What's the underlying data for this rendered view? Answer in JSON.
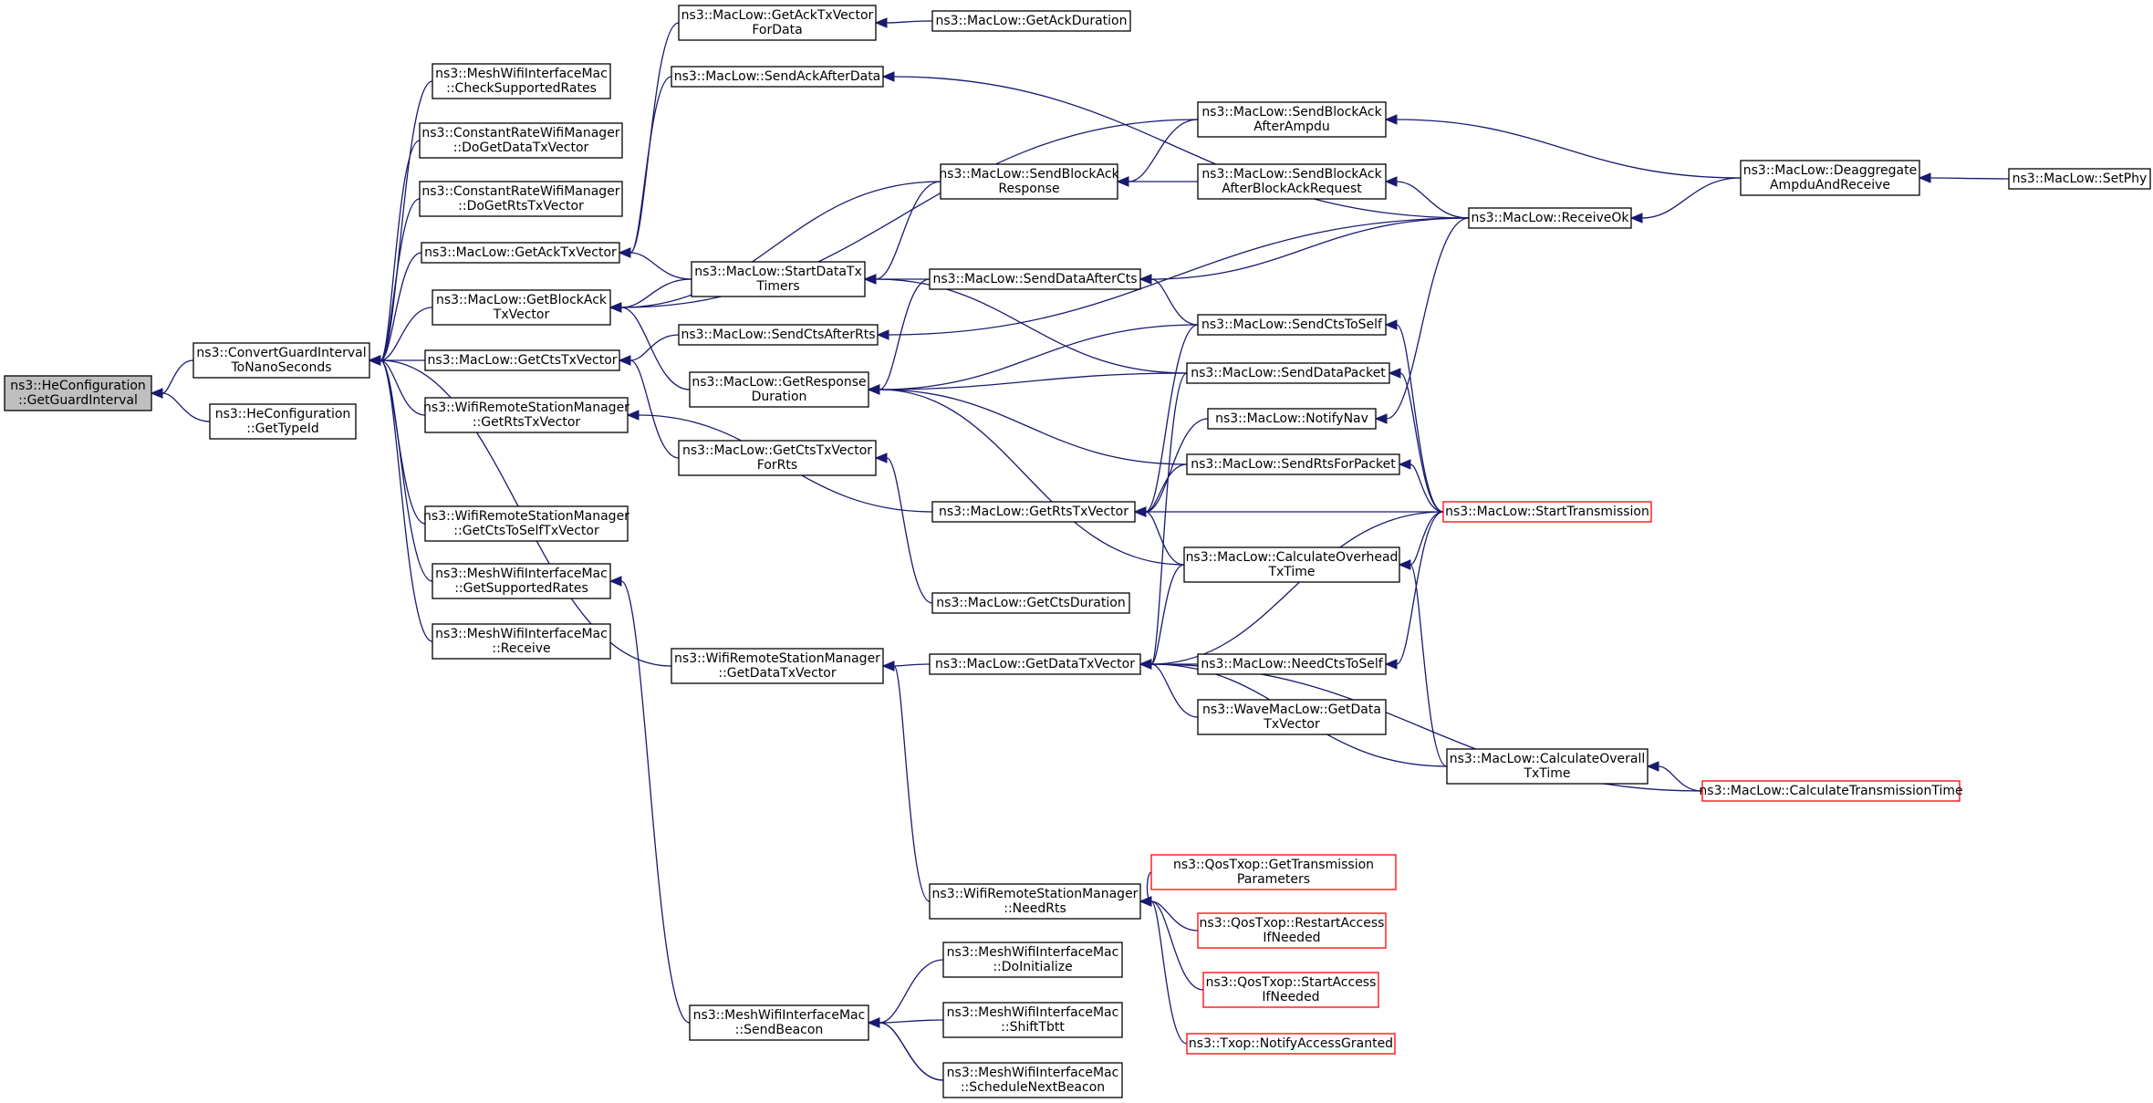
{
  "nodes": [
    {
      "id": "root",
      "lines": [
        "ns3::HeConfiguration",
        "::GetGuardInterval"
      ],
      "root": true
    },
    {
      "id": "conv",
      "lines": [
        "ns3::ConvertGuardInterval",
        "ToNanoSeconds"
      ]
    },
    {
      "id": "getTypeId",
      "lines": [
        "ns3::HeConfiguration",
        "::GetTypeId"
      ]
    },
    {
      "id": "checkRates",
      "lines": [
        "ns3::MeshWifiInterfaceMac",
        "::CheckSupportedRates"
      ]
    },
    {
      "id": "crDoData",
      "lines": [
        "ns3::ConstantRateWifiManager",
        "::DoGetDataTxVector"
      ]
    },
    {
      "id": "crDoRts",
      "lines": [
        "ns3::ConstantRateWifiManager",
        "::DoGetRtsTxVector"
      ]
    },
    {
      "id": "getAckTx",
      "lines": [
        "ns3::MacLow::GetAckTxVector"
      ]
    },
    {
      "id": "getBlockAck",
      "lines": [
        "ns3::MacLow::GetBlockAck",
        "TxVector"
      ]
    },
    {
      "id": "getCtsTx",
      "lines": [
        "ns3::MacLow::GetCtsTxVector"
      ]
    },
    {
      "id": "wrsmRts",
      "lines": [
        "ns3::WifiRemoteStationManager",
        "::GetRtsTxVector"
      ]
    },
    {
      "id": "wrsmCts",
      "lines": [
        "ns3::WifiRemoteStationManager",
        "::GetCtsToSelfTxVector"
      ]
    },
    {
      "id": "meshSupp",
      "lines": [
        "ns3::MeshWifiInterfaceMac",
        "::GetSupportedRates"
      ]
    },
    {
      "id": "meshRecv",
      "lines": [
        "ns3::MeshWifiInterfaceMac",
        "::Receive"
      ]
    },
    {
      "id": "ackForData",
      "lines": [
        "ns3::MacLow::GetAckTxVector",
        "ForData"
      ]
    },
    {
      "id": "getAckDur",
      "lines": [
        "ns3::MacLow::GetAckDuration"
      ]
    },
    {
      "id": "sendAckAfter",
      "lines": [
        "ns3::MacLow::SendAckAfterData"
      ]
    },
    {
      "id": "startDataTx",
      "lines": [
        "ns3::MacLow::StartDataTx",
        "Timers"
      ]
    },
    {
      "id": "sendCtsAfterRts",
      "lines": [
        "ns3::MacLow::SendCtsAfterRts"
      ]
    },
    {
      "id": "getRespDur",
      "lines": [
        "ns3::MacLow::GetResponse",
        "Duration"
      ]
    },
    {
      "id": "ctsForRts",
      "lines": [
        "ns3::MacLow::GetCtsTxVector",
        "ForRts"
      ]
    },
    {
      "id": "wrsmData",
      "lines": [
        "ns3::WifiRemoteStationManager",
        "::GetDataTxVector"
      ]
    },
    {
      "id": "meshBeacon",
      "lines": [
        "ns3::MeshWifiInterfaceMac",
        "::SendBeacon"
      ]
    },
    {
      "id": "sendBAResp",
      "lines": [
        "ns3::MacLow::SendBlockAck",
        "Response"
      ]
    },
    {
      "id": "sendDataAfterCts",
      "lines": [
        "ns3::MacLow::SendDataAfterCts"
      ]
    },
    {
      "id": "getRtsTx",
      "lines": [
        "ns3::MacLow::GetRtsTxVector"
      ]
    },
    {
      "id": "getCtsDur",
      "lines": [
        "ns3::MacLow::GetCtsDuration"
      ]
    },
    {
      "id": "getDataTx",
      "lines": [
        "ns3::MacLow::GetDataTxVector"
      ]
    },
    {
      "id": "needRts",
      "lines": [
        "ns3::WifiRemoteStationManager",
        "::NeedRts"
      ]
    },
    {
      "id": "meshDoInit",
      "lines": [
        "ns3::MeshWifiInterfaceMac",
        "::DoInitialize"
      ]
    },
    {
      "id": "meshShift",
      "lines": [
        "ns3::MeshWifiInterfaceMac",
        "::ShiftTbtt"
      ]
    },
    {
      "id": "meshSched",
      "lines": [
        "ns3::MeshWifiInterfaceMac",
        "::ScheduleNextBeacon"
      ]
    },
    {
      "id": "sendBAAmpdu",
      "lines": [
        "ns3::MacLow::SendBlockAck",
        "AfterAmpdu"
      ]
    },
    {
      "id": "sendBAReq",
      "lines": [
        "ns3::MacLow::SendBlockAck",
        "AfterBlockAckRequest"
      ]
    },
    {
      "id": "sendCtsToSelf",
      "lines": [
        "ns3::MacLow::SendCtsToSelf"
      ]
    },
    {
      "id": "sendDataPacket",
      "lines": [
        "ns3::MacLow::SendDataPacket"
      ]
    },
    {
      "id": "notifyNav",
      "lines": [
        "ns3::MacLow::NotifyNav"
      ]
    },
    {
      "id": "sendRtsPkt",
      "lines": [
        "ns3::MacLow::SendRtsForPacket"
      ]
    },
    {
      "id": "calcOverhead",
      "lines": [
        "ns3::MacLow::CalculateOverhead",
        "TxTime"
      ]
    },
    {
      "id": "needCts",
      "lines": [
        "ns3::MacLow::NeedCtsToSelf"
      ]
    },
    {
      "id": "waveGetData",
      "lines": [
        "ns3::WaveMacLow::GetData",
        "TxVector"
      ]
    },
    {
      "id": "qosGetTx",
      "lines": [
        "ns3::QosTxop::GetTransmission",
        "Parameters"
      ],
      "red": true
    },
    {
      "id": "qosRestart",
      "lines": [
        "ns3::QosTxop::RestartAccess",
        "IfNeeded"
      ],
      "red": true
    },
    {
      "id": "qosStart",
      "lines": [
        "ns3::QosTxop::StartAccess",
        "IfNeeded"
      ],
      "red": true
    },
    {
      "id": "txopNotify",
      "lines": [
        "ns3::Txop::NotifyAccessGranted"
      ],
      "red": true
    },
    {
      "id": "receiveOk",
      "lines": [
        "ns3::MacLow::ReceiveOk"
      ]
    },
    {
      "id": "startTrans",
      "lines": [
        "ns3::MacLow::StartTransmission"
      ],
      "red": true
    },
    {
      "id": "calcOverall",
      "lines": [
        "ns3::MacLow::CalculateOverall",
        "TxTime"
      ]
    },
    {
      "id": "deaggr",
      "lines": [
        "ns3::MacLow::Deaggregate",
        "AmpduAndReceive"
      ]
    },
    {
      "id": "calcTransTime",
      "lines": [
        "ns3::MacLow::CalculateTransmissionTime"
      ],
      "red": true
    },
    {
      "id": "setPhy",
      "lines": [
        "ns3::MacLow::SetPhy"
      ]
    }
  ]
}
